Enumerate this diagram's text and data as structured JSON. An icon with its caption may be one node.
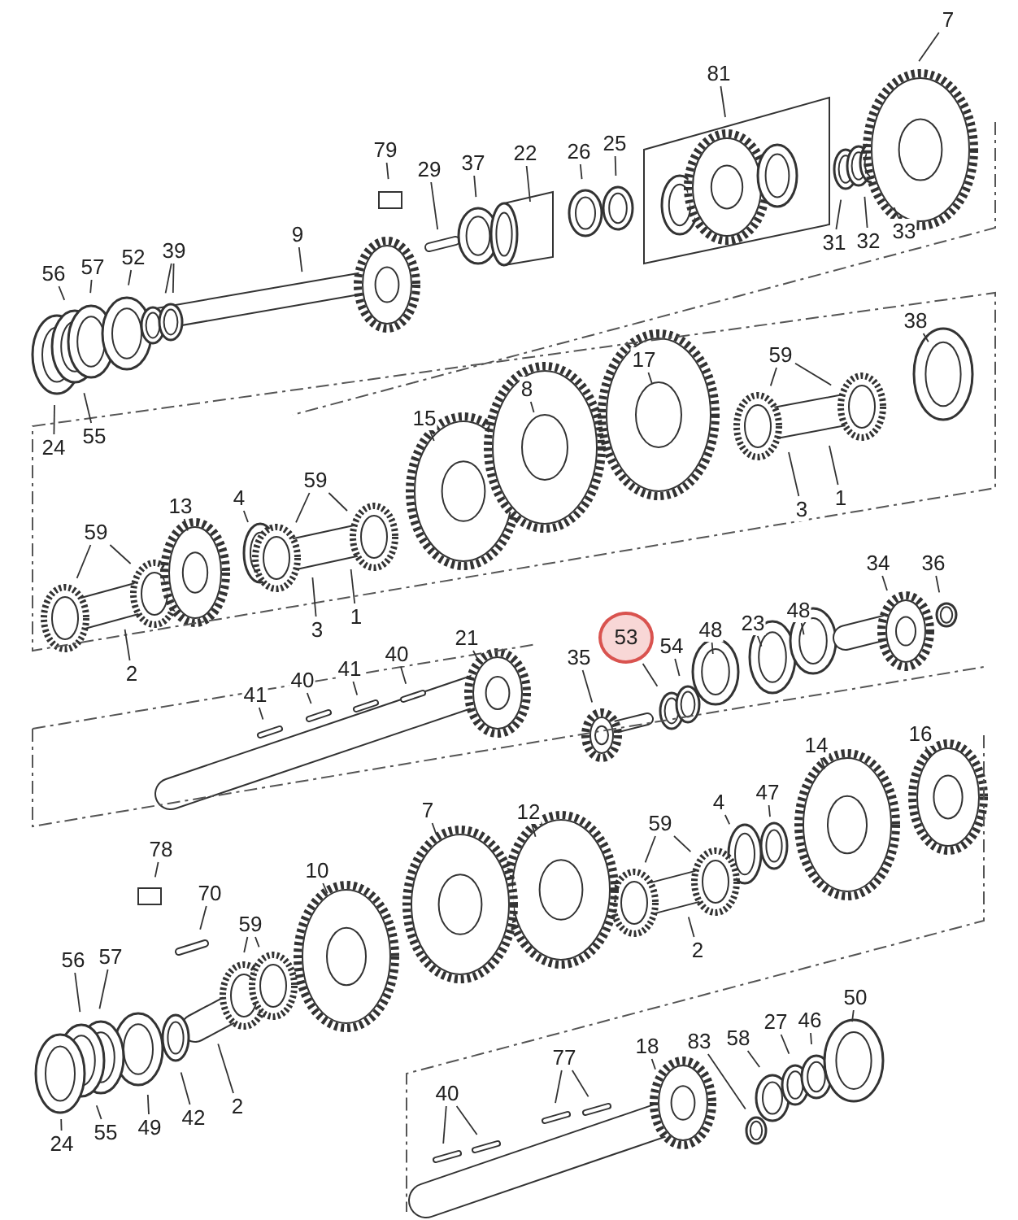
{
  "diagram": {
    "nodes": [
      {
        "text": [
          "7"
        ]
      },
      {
        "text": [
          "81"
        ]
      },
      {
        "text": [
          "79"
        ]
      },
      {
        "text": [
          "29"
        ]
      },
      {
        "text": [
          "37"
        ]
      },
      {
        "text": [
          "22"
        ]
      },
      {
        "text": [
          "26"
        ]
      },
      {
        "text": [
          "25"
        ]
      },
      {
        "text": [
          "31"
        ]
      },
      {
        "text": [
          "32"
        ]
      },
      {
        "text": [
          "33"
        ]
      },
      {
        "text": [
          "9"
        ]
      },
      {
        "text": [
          "56"
        ]
      },
      {
        "text": [
          "57"
        ]
      },
      {
        "text": [
          "52"
        ]
      },
      {
        "text": [
          "39"
        ]
      },
      {
        "text": [
          "24"
        ]
      },
      {
        "text": [
          "55"
        ]
      },
      {
        "text": [
          "38"
        ]
      },
      {
        "text": [
          "17"
        ]
      },
      {
        "text": [
          "59"
        ]
      },
      {
        "text": [
          "8"
        ]
      },
      {
        "text": [
          "15"
        ]
      },
      {
        "text": [
          "3"
        ]
      },
      {
        "text": [
          "1"
        ]
      },
      {
        "text": [
          "59"
        ]
      },
      {
        "text": [
          "4"
        ]
      },
      {
        "text": [
          "13"
        ]
      },
      {
        "text": [
          "59"
        ]
      },
      {
        "text": [
          "3"
        ]
      },
      {
        "text": [
          "1"
        ]
      },
      {
        "text": [
          "2"
        ]
      },
      {
        "text": [
          "34"
        ]
      },
      {
        "text": [
          "36"
        ]
      },
      {
        "text": [
          "53"
        ]
      },
      {
        "text": [
          "54"
        ]
      },
      {
        "text": [
          "48"
        ]
      },
      {
        "text": [
          "23"
        ]
      },
      {
        "text": [
          "48"
        ]
      },
      {
        "text": [
          "35"
        ]
      },
      {
        "text": [
          "21"
        ]
      },
      {
        "text": [
          "40"
        ]
      },
      {
        "text": [
          "41"
        ]
      },
      {
        "text": [
          "40"
        ]
      },
      {
        "text": [
          "41"
        ]
      },
      {
        "text": [
          "14"
        ]
      },
      {
        "text": [
          "16"
        ]
      },
      {
        "text": [
          "47"
        ]
      },
      {
        "text": [
          "4"
        ]
      },
      {
        "text": [
          "59"
        ]
      },
      {
        "text": [
          "12"
        ]
      },
      {
        "text": [
          "7"
        ]
      },
      {
        "text": [
          "10"
        ]
      },
      {
        "text": [
          "78"
        ]
      },
      {
        "text": [
          "70"
        ]
      },
      {
        "text": [
          "59"
        ]
      },
      {
        "text": [
          "56"
        ]
      },
      {
        "text": [
          "57"
        ]
      },
      {
        "text": [
          "2"
        ]
      },
      {
        "text": [
          "50"
        ]
      },
      {
        "text": [
          "46"
        ]
      },
      {
        "text": [
          "27"
        ]
      },
      {
        "text": [
          "58"
        ]
      },
      {
        "text": [
          "83"
        ]
      },
      {
        "text": [
          "18"
        ]
      },
      {
        "text": [
          "77"
        ]
      },
      {
        "text": [
          "40"
        ]
      },
      {
        "text": [
          "24"
        ]
      },
      {
        "text": [
          "55"
        ]
      },
      {
        "text": [
          "49"
        ]
      },
      {
        "text": [
          "42"
        ]
      },
      {
        "text": [
          "2"
        ]
      }
    ],
    "edges": [
      {
        "from": 0,
        "to": null,
        "arrow": "none"
      },
      {
        "from": 1,
        "to": null,
        "arrow": "none"
      },
      {
        "from": 2,
        "to": null,
        "arrow": "none"
      },
      {
        "from": 3,
        "to": null,
        "arrow": "none"
      },
      {
        "from": 4,
        "to": null,
        "arrow": "none"
      },
      {
        "from": 5,
        "to": null,
        "arrow": "none"
      },
      {
        "from": 6,
        "to": null,
        "arrow": "none"
      },
      {
        "from": 7,
        "to": null,
        "arrow": "none"
      },
      {
        "from": 8,
        "to": null,
        "arrow": "none"
      },
      {
        "from": 9,
        "to": null,
        "arrow": "none"
      },
      {
        "from": 10,
        "to": null,
        "arrow": "none"
      },
      {
        "from": 11,
        "to": null,
        "arrow": "none"
      },
      {
        "from": 12,
        "to": null,
        "arrow": "none"
      },
      {
        "from": 13,
        "to": null,
        "arrow": "none"
      },
      {
        "from": 14,
        "to": null,
        "arrow": "none"
      },
      {
        "from": 15,
        "to": null,
        "arrow": "none"
      },
      {
        "from": 15,
        "to": null,
        "arrow": "none"
      },
      {
        "from": 16,
        "to": null,
        "arrow": "none"
      },
      {
        "from": 17,
        "to": null,
        "arrow": "none"
      },
      {
        "from": 18,
        "to": null,
        "arrow": "none"
      },
      {
        "from": 19,
        "to": null,
        "arrow": "none"
      },
      {
        "from": 20,
        "to": null,
        "arrow": "none"
      },
      {
        "from": 20,
        "to": null,
        "arrow": "none"
      },
      {
        "from": 21,
        "to": null,
        "arrow": "none"
      },
      {
        "from": 22,
        "to": null,
        "arrow": "none"
      },
      {
        "from": 23,
        "to": null,
        "arrow": "none"
      },
      {
        "from": 24,
        "to": null,
        "arrow": "none"
      },
      {
        "from": 25,
        "to": null,
        "arrow": "none"
      },
      {
        "from": 25,
        "to": null,
        "arrow": "none"
      },
      {
        "from": 26,
        "to": null,
        "arrow": "none"
      },
      {
        "from": 27,
        "to": null,
        "arrow": "none"
      },
      {
        "from": 28,
        "to": null,
        "arrow": "none"
      },
      {
        "from": 28,
        "to": null,
        "arrow": "none"
      },
      {
        "from": 29,
        "to": null,
        "arrow": "none"
      },
      {
        "from": 30,
        "to": null,
        "arrow": "none"
      },
      {
        "from": 31,
        "to": null,
        "arrow": "none"
      },
      {
        "from": 32,
        "to": null,
        "arrow": "none"
      },
      {
        "from": 33,
        "to": null,
        "arrow": "none"
      },
      {
        "from": 34,
        "to": null,
        "arrow": "none"
      },
      {
        "from": 35,
        "to": null,
        "arrow": "none"
      },
      {
        "from": 36,
        "to": null,
        "arrow": "none"
      },
      {
        "from": 37,
        "to": null,
        "arrow": "none"
      },
      {
        "from": 38,
        "to": null,
        "arrow": "none"
      },
      {
        "from": 39,
        "to": null,
        "arrow": "none"
      },
      {
        "from": 40,
        "to": null,
        "arrow": "none"
      },
      {
        "from": 41,
        "to": null,
        "arrow": "none"
      },
      {
        "from": 42,
        "to": null,
        "arrow": "none"
      },
      {
        "from": 43,
        "to": null,
        "arrow": "none"
      },
      {
        "from": 44,
        "to": null,
        "arrow": "none"
      },
      {
        "from": 45,
        "to": null,
        "arrow": "none"
      },
      {
        "from": 46,
        "to": null,
        "arrow": "none"
      },
      {
        "from": 47,
        "to": null,
        "arrow": "none"
      },
      {
        "from": 48,
        "to": null,
        "arrow": "none"
      },
      {
        "from": 49,
        "to": null,
        "arrow": "none"
      },
      {
        "from": 49,
        "to": null,
        "arrow": "none"
      },
      {
        "from": 50,
        "to": null,
        "arrow": "none"
      },
      {
        "from": 51,
        "to": null,
        "arrow": "none"
      },
      {
        "from": 52,
        "to": null,
        "arrow": "none"
      },
      {
        "from": 53,
        "to": null,
        "arrow": "none"
      },
      {
        "from": 54,
        "to": null,
        "arrow": "none"
      },
      {
        "from": 55,
        "to": null,
        "arrow": "none"
      },
      {
        "from": 55,
        "to": null,
        "arrow": "none"
      },
      {
        "from": 56,
        "to": null,
        "arrow": "none"
      },
      {
        "from": 57,
        "to": null,
        "arrow": "none"
      },
      {
        "from": 58,
        "to": null,
        "arrow": "none"
      },
      {
        "from": 59,
        "to": null,
        "arrow": "none"
      },
      {
        "from": 60,
        "to": null,
        "arrow": "none"
      },
      {
        "from": 61,
        "to": null,
        "arrow": "none"
      },
      {
        "from": 62,
        "to": null,
        "arrow": "none"
      },
      {
        "from": 63,
        "to": null,
        "arrow": "none"
      },
      {
        "from": 64,
        "to": null,
        "arrow": "none"
      },
      {
        "from": 65,
        "to": null,
        "arrow": "none"
      },
      {
        "from": 65,
        "to": null,
        "arrow": "none"
      },
      {
        "from": 66,
        "to": null,
        "arrow": "none"
      },
      {
        "from": 66,
        "to": null,
        "arrow": "none"
      },
      {
        "from": 67,
        "to": null,
        "arrow": "none"
      },
      {
        "from": 68,
        "to": null,
        "arrow": "none"
      },
      {
        "from": 69,
        "to": null,
        "arrow": "none"
      },
      {
        "from": 70,
        "to": null,
        "arrow": "none"
      },
      {
        "from": 71,
        "to": null,
        "arrow": "none"
      }
    ]
  }
}
